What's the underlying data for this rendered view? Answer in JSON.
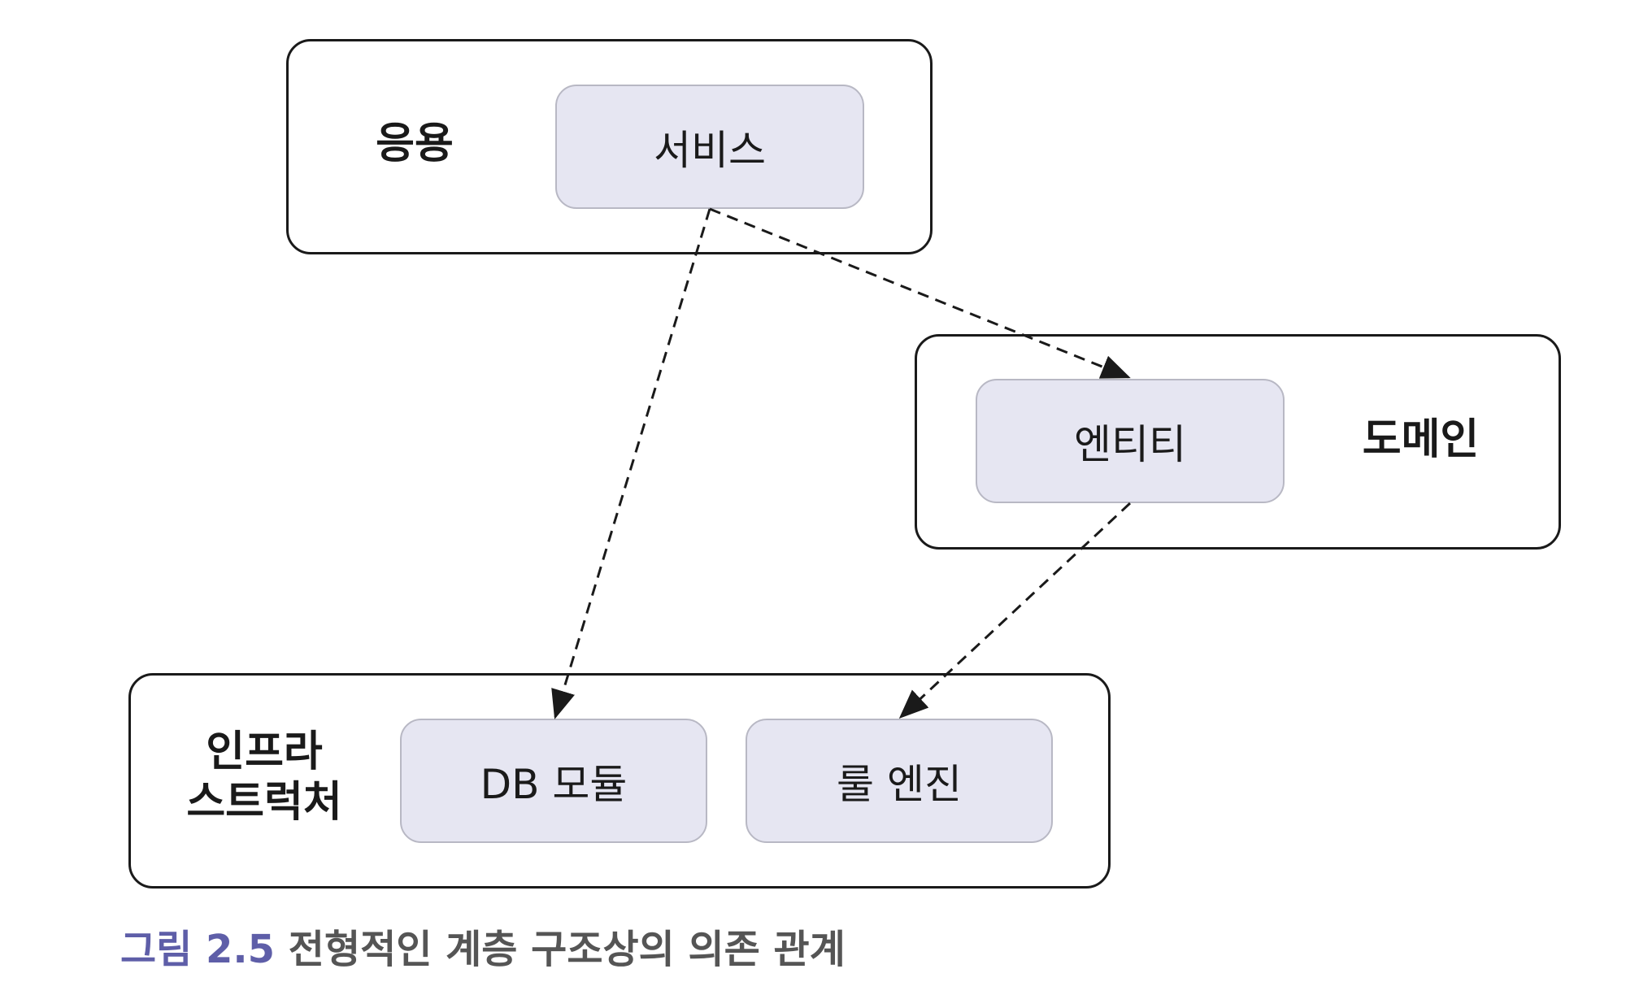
{
  "layers": {
    "application": {
      "label": "응용",
      "modules": [
        "서비스"
      ]
    },
    "domain": {
      "label": "도메인",
      "modules": [
        "엔티티"
      ]
    },
    "infrastructure": {
      "label_line1": "인프라",
      "label_line2": "스트럭처",
      "modules": [
        "DB 모듈",
        "룰 엔진"
      ]
    }
  },
  "dependencies": [
    {
      "from": "서비스",
      "to": "엔티티"
    },
    {
      "from": "서비스",
      "to": "DB 모듈"
    },
    {
      "from": "엔티티",
      "to": "룰 엔진"
    }
  ],
  "caption": {
    "number": "그림 2.5",
    "text": "전형적인 계층 구조상의 의존 관계"
  },
  "colors": {
    "module_fill": "#e6e6f2",
    "caption_number": "#5e5ea8",
    "line": "#1a1a1a"
  }
}
